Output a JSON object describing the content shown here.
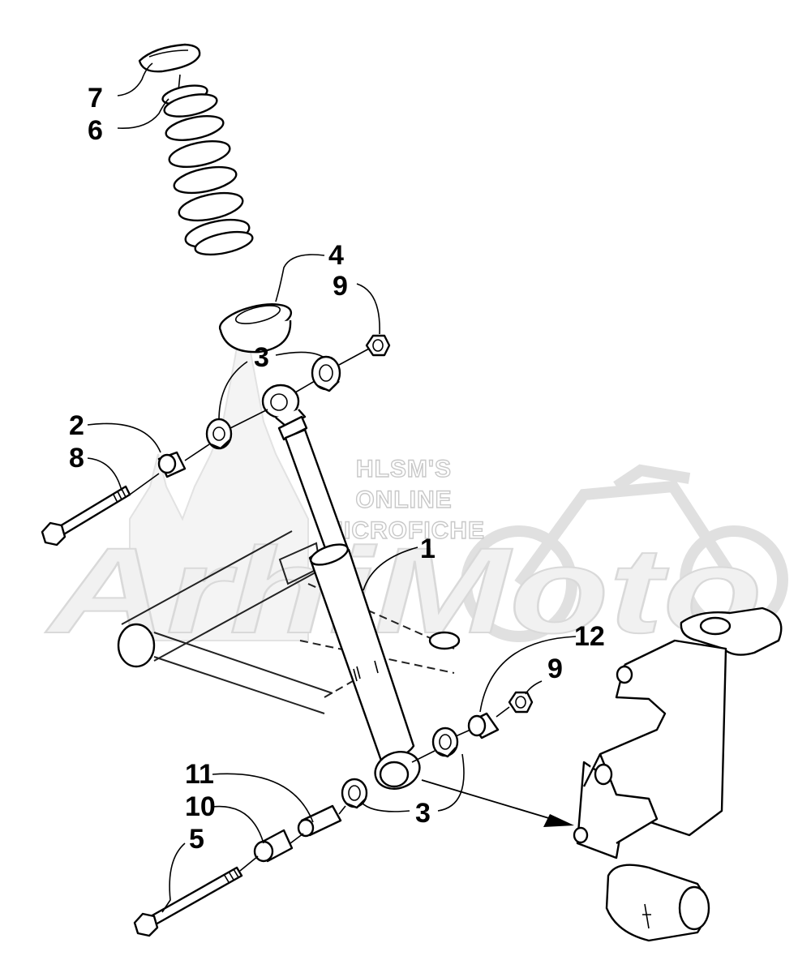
{
  "watermark": {
    "line1": "HLSM'S",
    "line2": "ONLINE",
    "line3": "MICROFICHE",
    "brand": "ArhiMoto"
  },
  "callouts": {
    "c1": "1",
    "c2": "2",
    "c3_top": "3",
    "c3_bottom": "3",
    "c4": "4",
    "c5": "5",
    "c6": "6",
    "c7": "7",
    "c8": "8",
    "c9_top": "9",
    "c9_bottom": "9",
    "c10": "10",
    "c11": "11",
    "c12": "12"
  }
}
